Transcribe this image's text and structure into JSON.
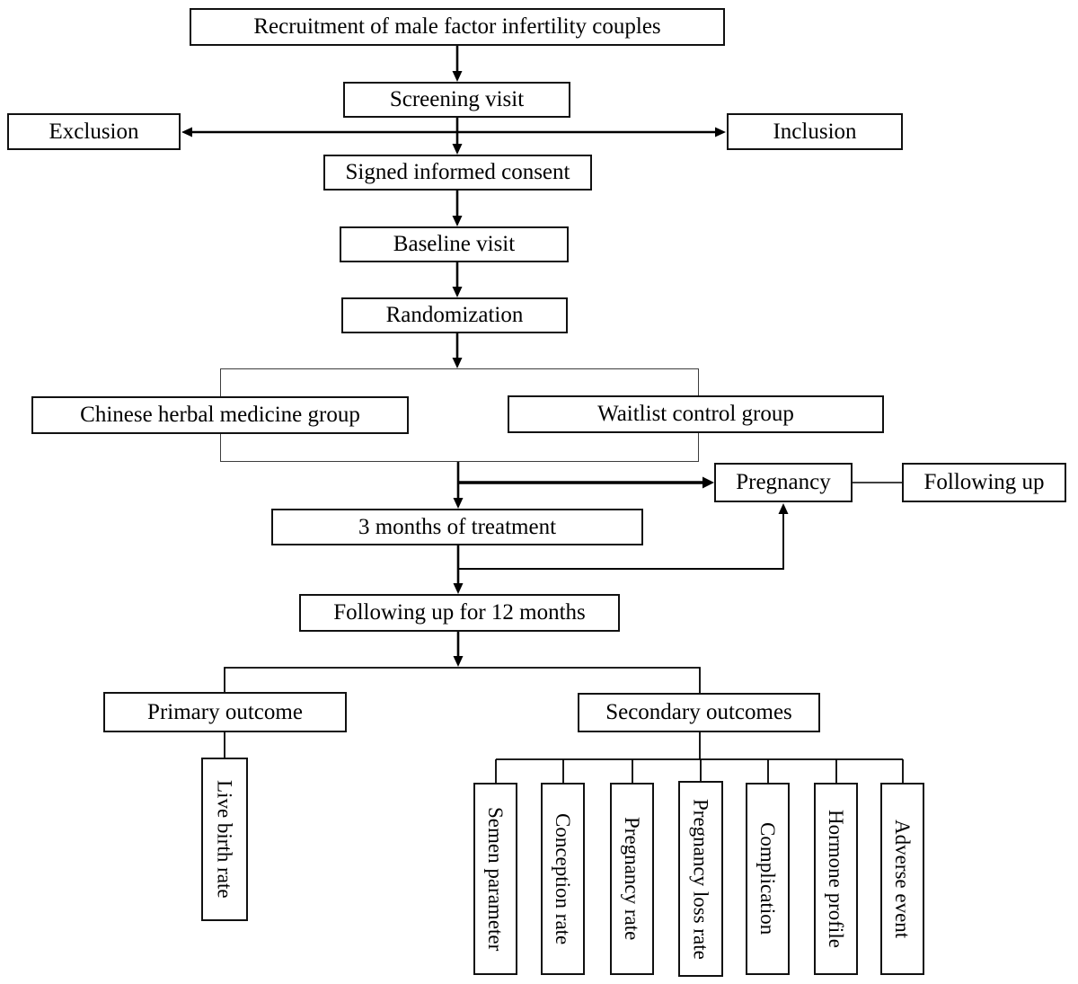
{
  "diagram": {
    "type": "flowchart",
    "colors": {
      "line": "#000000",
      "box_border": "#111111",
      "background": "#ffffff"
    },
    "nodes": {
      "recruitment": {
        "label": "Recruitment of male factor infertility couples"
      },
      "screening": {
        "label": "Screening visit"
      },
      "exclusion": {
        "label": "Exclusion"
      },
      "inclusion": {
        "label": "Inclusion"
      },
      "consent": {
        "label": "Signed informed consent"
      },
      "baseline": {
        "label": "Baseline visit"
      },
      "randomization": {
        "label": "Randomization"
      },
      "herbal_group": {
        "label": "Chinese herbal medicine group"
      },
      "waitlist_group": {
        "label": "Waitlist control group"
      },
      "pregnancy": {
        "label": "Pregnancy"
      },
      "following_up": {
        "label": "Following up"
      },
      "treatment": {
        "label": "3 months of treatment"
      },
      "followup12": {
        "label": "Following up for 12 months"
      },
      "primary": {
        "label": "Primary outcome"
      },
      "secondary": {
        "label": "Secondary outcomes"
      },
      "live_birth": {
        "label": "Live birth rate"
      },
      "semen": {
        "label": "Semen parameter"
      },
      "conception": {
        "label": "Conception rate"
      },
      "pregnancy_rate": {
        "label": "Pregnancy rate"
      },
      "pregnancy_loss": {
        "label": "Pregnancy loss rate"
      },
      "complication": {
        "label": "Complication"
      },
      "hormone": {
        "label": "Hormone profile"
      },
      "adverse": {
        "label": "Adverse event"
      }
    },
    "edges": [
      {
        "from": "recruitment",
        "to": "screening",
        "style": "arrow"
      },
      {
        "from": "screening",
        "to": "exclusion",
        "style": "arrow"
      },
      {
        "from": "screening",
        "to": "inclusion",
        "style": "arrow"
      },
      {
        "from": "screening",
        "to": "consent",
        "style": "arrow"
      },
      {
        "from": "consent",
        "to": "baseline",
        "style": "arrow"
      },
      {
        "from": "baseline",
        "to": "randomization",
        "style": "arrow"
      },
      {
        "from": "randomization",
        "to": "group-box",
        "style": "arrow"
      },
      {
        "from": "group-box",
        "to": "treatment",
        "style": "arrow"
      },
      {
        "from": "group-box",
        "to": "pregnancy",
        "style": "bold-arrow"
      },
      {
        "from": "pregnancy",
        "to": "following_up",
        "style": "line"
      },
      {
        "from": "treatment",
        "to": "pregnancy",
        "style": "arrow"
      },
      {
        "from": "treatment",
        "to": "followup12",
        "style": "arrow"
      },
      {
        "from": "followup12",
        "to": "primary",
        "style": "arrow-bracket"
      },
      {
        "from": "followup12",
        "to": "secondary",
        "style": "arrow-bracket"
      },
      {
        "from": "primary",
        "to": "live_birth",
        "style": "line"
      },
      {
        "from": "secondary",
        "to": "semen",
        "style": "bracket"
      },
      {
        "from": "secondary",
        "to": "conception",
        "style": "bracket"
      },
      {
        "from": "secondary",
        "to": "pregnancy_rate",
        "style": "bracket"
      },
      {
        "from": "secondary",
        "to": "pregnancy_loss",
        "style": "bracket"
      },
      {
        "from": "secondary",
        "to": "complication",
        "style": "bracket"
      },
      {
        "from": "secondary",
        "to": "hormone",
        "style": "bracket"
      },
      {
        "from": "secondary",
        "to": "adverse",
        "style": "bracket"
      }
    ]
  }
}
